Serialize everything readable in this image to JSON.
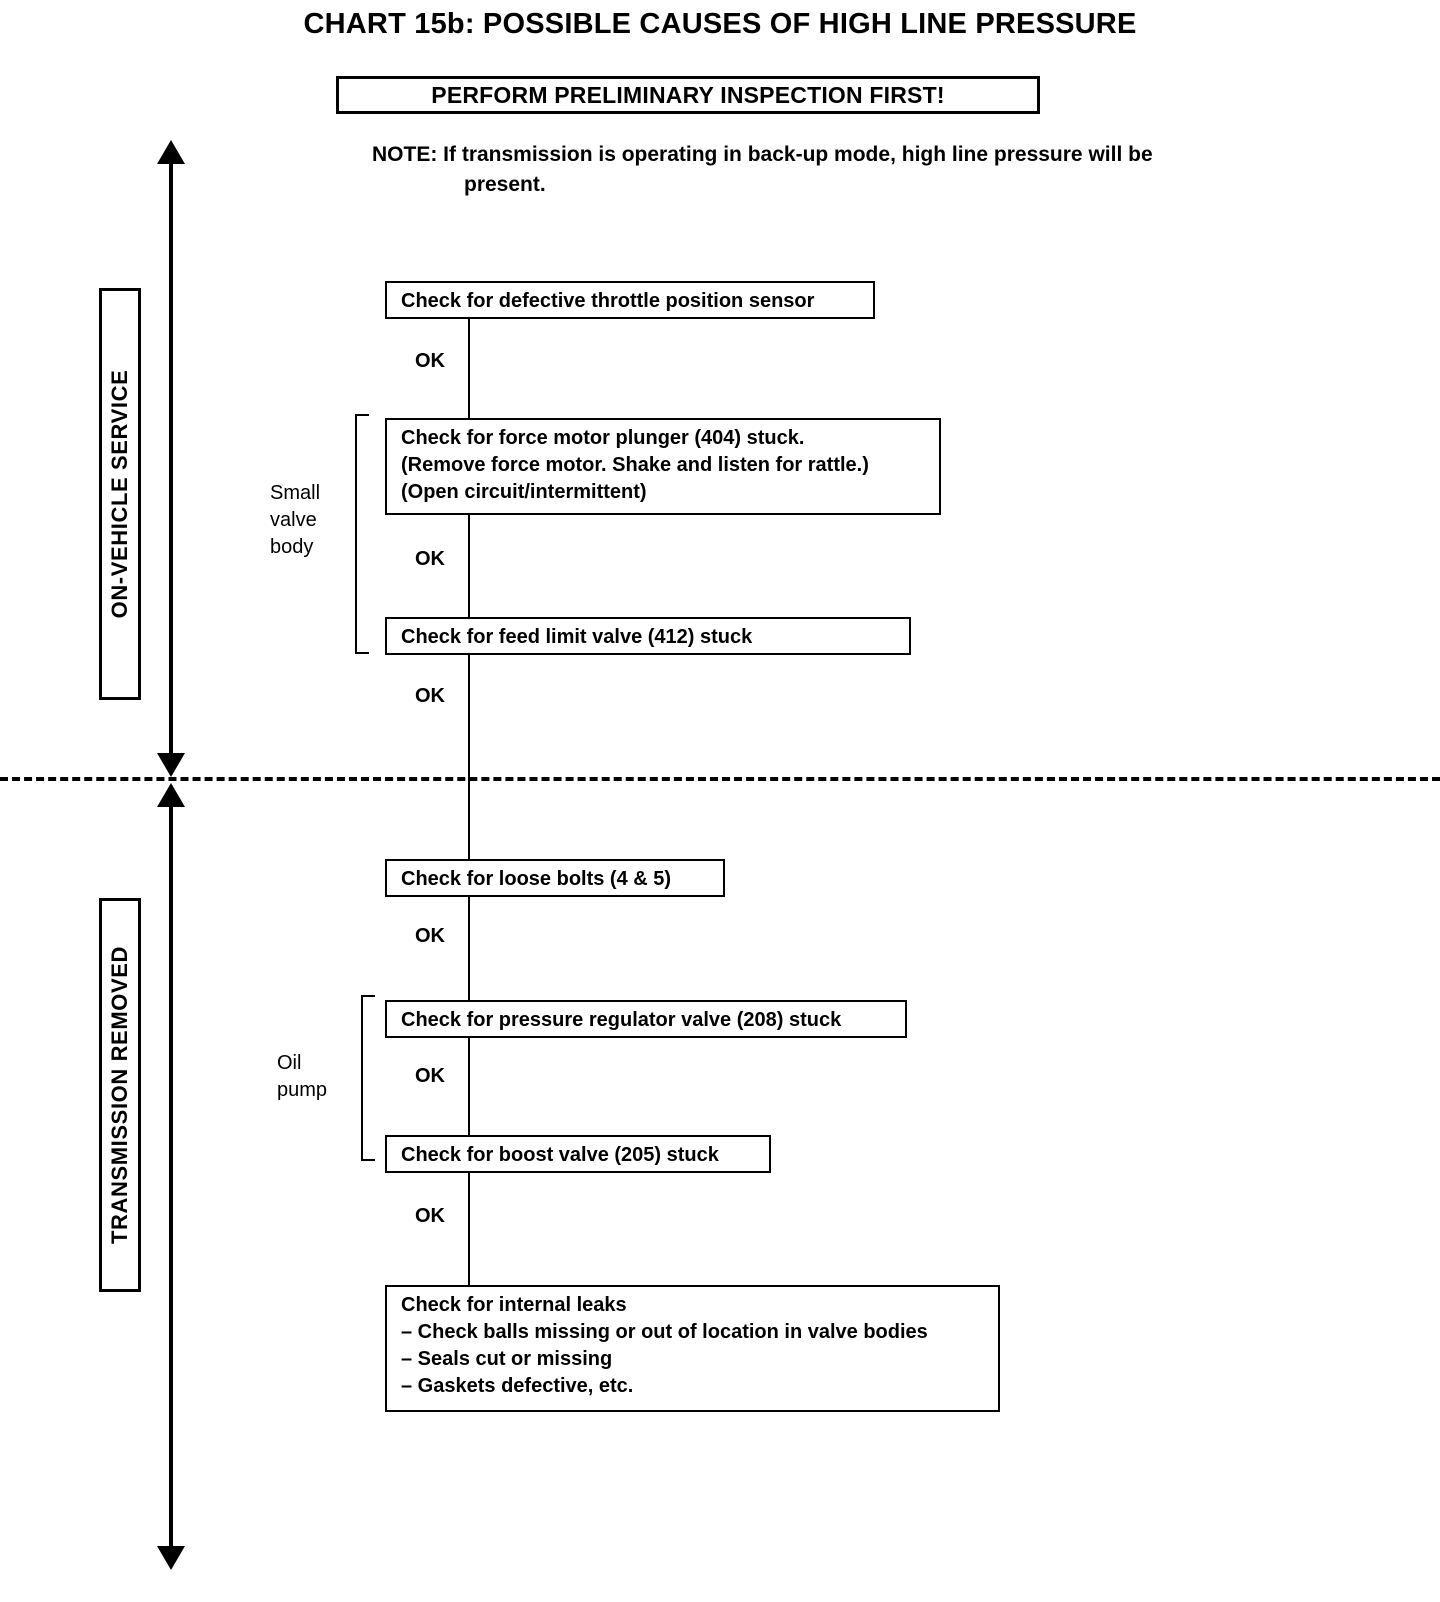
{
  "chart_data": {
    "type": "diagram",
    "title": "CHART 15b: POSSIBLE CAUSES OF HIGH LINE PRESSURE",
    "diagram_kind": "troubleshooting-flowchart",
    "orientation": "top-to-bottom",
    "connector_label": "OK",
    "sections": [
      "ON-VEHICLE SERVICE",
      "TRANSMISSION REMOVED"
    ],
    "groups": [
      "Small valve body",
      "Oil pump"
    ],
    "nodes": [
      "Check for defective throttle position sensor",
      "Check for force motor plunger (404) stuck. (Remove force motor. Shake and listen for rattle.) (Open circuit/intermittent)",
      "Check for feed limit valve (412) stuck",
      "Check for loose bolts (4 & 5)",
      "Check for pressure regulator valve (208) stuck",
      "Check for boost valve (205) stuck",
      "Check for internal leaks - Check balls missing or out of location in valve bodies - Seals cut or missing - Gaskets defective, etc."
    ]
  },
  "title": "CHART 15b: POSSIBLE CAUSES OF HIGH LINE PRESSURE",
  "banner": {
    "text": "PERFORM PRELIMINARY INSPECTION FIRST!"
  },
  "note": {
    "line1": "NOTE: If transmission is operating in back-up mode, high line pressure will be",
    "line2": "present."
  },
  "sections": {
    "upper": "ON-VEHICLE SERVICE",
    "lower": "TRANSMISSION REMOVED"
  },
  "groups": {
    "small_valve_body": {
      "line1": "Small",
      "line2": "valve",
      "line3": "body"
    },
    "oil_pump": {
      "line1": "Oil",
      "line2": "pump"
    }
  },
  "connectors": {
    "ok1": "OK",
    "ok2": "OK",
    "ok3": "OK",
    "ok4": "OK",
    "ok5": "OK",
    "ok6": "OK"
  },
  "steps": {
    "throttle_sensor": {
      "line1": "Check for defective throttle position sensor"
    },
    "force_motor": {
      "line1": "Check for force motor plunger (404) stuck.",
      "line2": "(Remove force motor. Shake and listen for rattle.)",
      "line3": "(Open circuit/intermittent)"
    },
    "feed_limit_valve": {
      "line1": "Check for feed limit valve (412) stuck"
    },
    "loose_bolts": {
      "line1": "Check for loose bolts (4 & 5)"
    },
    "pressure_regulator": {
      "line1": "Check for pressure regulator valve (208) stuck"
    },
    "boost_valve": {
      "line1": "Check for boost valve (205) stuck"
    },
    "internal_leaks": {
      "line1": "Check for internal leaks",
      "line2": "– Check balls missing or out of location in valve bodies",
      "line3": "– Seals cut or missing",
      "line4": "– Gaskets defective, etc."
    }
  },
  "colors": {
    "ink": "#000000",
    "paper": "#ffffff"
  }
}
